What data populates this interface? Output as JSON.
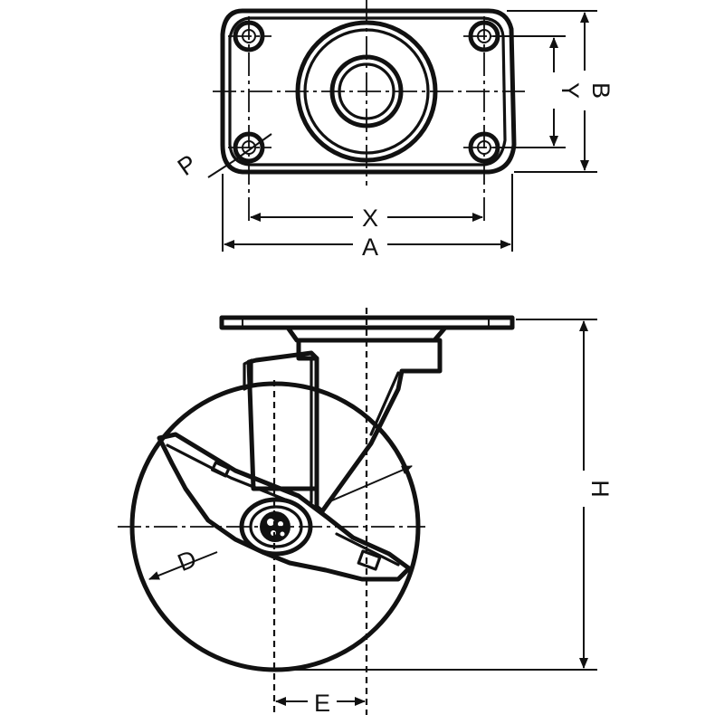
{
  "labels": {
    "X": "X",
    "A": "A",
    "Y": "Y",
    "B": "B",
    "P": "P",
    "H": "H",
    "D": "D",
    "E": "E"
  }
}
